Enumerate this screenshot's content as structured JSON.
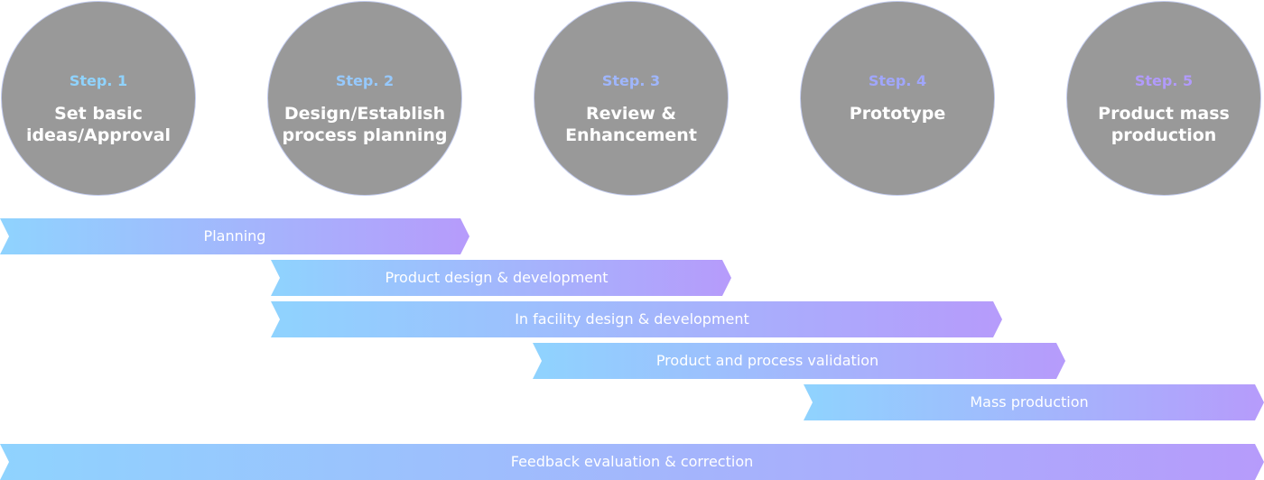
{
  "colors": {
    "circle_fill": "#999999",
    "circle_border": "#c3ccef",
    "bar_start": "#8fd3fe",
    "bar_end": "#b69bfb",
    "text": "#ffffff"
  },
  "steps": [
    {
      "label": "Step. 1",
      "title": "Set basic\nideas/Approval",
      "label_color": "#8fd3fe"
    },
    {
      "label": "Step. 2",
      "title": "Design/Establish\nprocess planning",
      "label_color": "#96c9fd"
    },
    {
      "label": "Step. 3",
      "title": "Review &\nEnhancement",
      "label_color": "#9fb6fc"
    },
    {
      "label": "Step. 4",
      "title": "Prototype",
      "label_color": "#a0a6fb"
    },
    {
      "label": "Step. 5",
      "title": "Product mass\nproduction",
      "label_color": "#b19bfb"
    }
  ],
  "phases": [
    {
      "label": "Planning",
      "start_step": 1,
      "end_step": 2
    },
    {
      "label": "Product design & development",
      "start_step": 2,
      "end_step": 3
    },
    {
      "label": "In facility design & development",
      "start_step": 2,
      "end_step": 4
    },
    {
      "label": "Product and process validation",
      "start_step": 3,
      "end_step": 4
    },
    {
      "label": "Mass production",
      "start_step": 4,
      "end_step": 5
    },
    {
      "label": "Feedback evaluation & correction",
      "start_step": 1,
      "end_step": 5
    }
  ]
}
